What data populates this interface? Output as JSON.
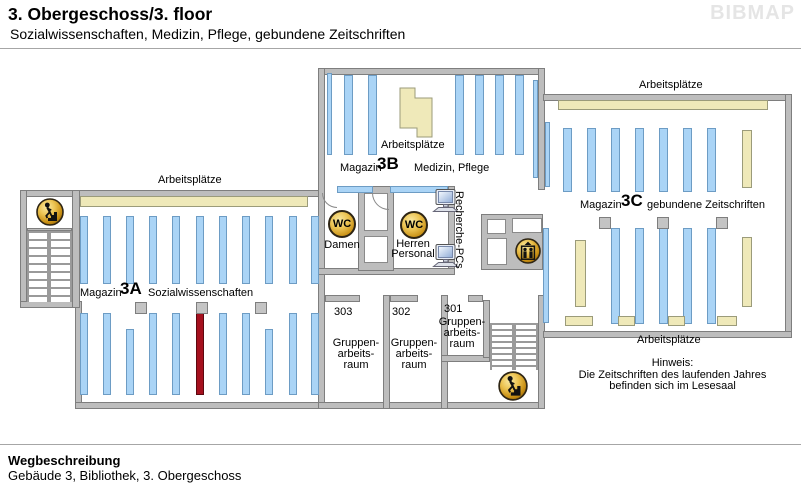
{
  "header": {
    "title": "3. Obergeschoss/3. floor",
    "subtitle": "Sozialwissenschaften, Medizin, Pflege, gebundene Zeitschriften",
    "logo": "BIBMAP"
  },
  "footer": {
    "heading": "Wegbeschreibung",
    "description": "Gebäude 3, Bibliothek, 3. Obergeschoss"
  },
  "map": {
    "labels": {
      "arb_a": "Arbeitsplätze",
      "arb_b": "Arbeitsplätze",
      "arb_c_top": "Arbeitsplätze",
      "arb_c_bottom": "Arbeitsplätze",
      "recherche": "Recherche-PCs"
    },
    "sections": {
      "a": {
        "magazin": "Magazin",
        "code": "3A",
        "subject": "Sozialwissenschaften"
      },
      "b": {
        "magazin": "Magazin",
        "code": "3B",
        "subject": "Medizin, Pflege"
      },
      "c": {
        "magazin": "Magazin",
        "code": "3C",
        "subject": "gebundene Zeitschriften"
      }
    },
    "wc": {
      "damen_icon": "WC",
      "damen": "Damen",
      "herren_icon": "WC",
      "herren_line1": "Herren",
      "herren_line2": "Personal"
    },
    "rooms": [
      {
        "number": "303",
        "l1": "Gruppen-",
        "l2": "arbeits-",
        "l3": "raum"
      },
      {
        "number": "302",
        "l1": "Gruppen-",
        "l2": "arbeits-",
        "l3": "raum"
      },
      {
        "number": "301",
        "l1": "Gruppen-",
        "l2": "arbeits-",
        "l3": "raum"
      }
    ],
    "hinweis": {
      "heading": "Hinweis:",
      "line1": "Die Zeitschriften des laufenden Jahres",
      "line2": "befinden sich im Lesesaal"
    },
    "colors": {
      "shelf_blue": "#AAD4F6",
      "desk_cream": "#EFE9B9",
      "wall_gray": "#BDBDBD",
      "highlight_red": "#A5101E",
      "icon_gold": "#D9A62E"
    }
  }
}
